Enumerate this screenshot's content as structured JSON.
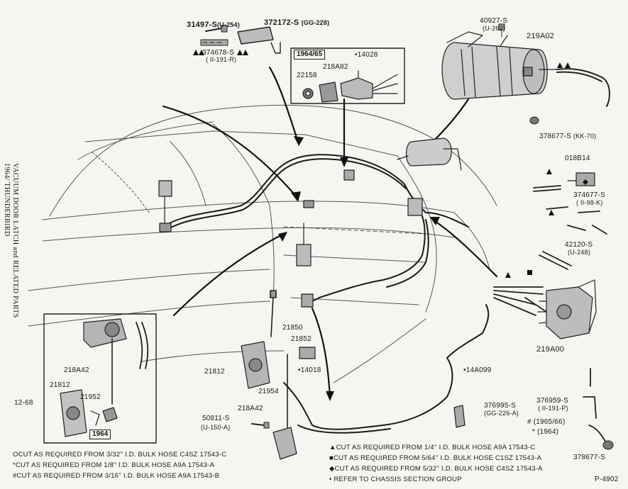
{
  "side_title": {
    "line1": "VACUUM DOOR LATCH and RELATED PARTS",
    "line2": "1964/ THUNDERBIRD"
  },
  "page_ref": "12-68",
  "figure_ref": "P-4902",
  "boxes": {
    "inset_1964_65": "1964/65",
    "inset_1964": "1964"
  },
  "part_labels": {
    "p31497": "31497-S",
    "p31497_code": "(U-254)",
    "p374678": "374678-S",
    "p374678_code": "( II-191-R)",
    "p372172": "372172-S",
    "p372172_code": "(GG-228)",
    "p22158": "22158",
    "p218A82": "218A82",
    "p14028": "•14028",
    "p40927": "40927-S",
    "p40927_code": "(U-262)",
    "p219A02": "219A02",
    "p378677_top": "378677-S",
    "p378677_top_code": "(KK-70)",
    "p018B14": "018B14",
    "p374677": "374677-S",
    "p374677_code": "( II-98-K)",
    "p42120": "42120-S",
    "p42120_code": "(U-248)",
    "p219A00": "219A00",
    "p21850": "21850",
    "p21852": "21852",
    "p14018": "•14018",
    "p21812_main": "21812",
    "p21954": "21954",
    "p218A42_main": "218A42",
    "p50811": "50811-S",
    "p50811_code": "(U-150-A)",
    "p14A099": "•14A099",
    "p376995": "376995-S",
    "p376995_code": "(GG-226-A)",
    "p376959": "376959-S",
    "p376959_code": "( II-191-P)",
    "p1965_66": "# (1965/66)",
    "p1964": "* (1964)",
    "p378677_bottom": "378677-S",
    "p218A42_inset": "218A42",
    "p21812_inset": "21812",
    "p21952": "21952"
  },
  "legend_left": [
    "OCUT AS REQUIRED FROM 3/32'' I.D. BULK HOSE C4SZ 17543-C",
    "*CUT AS REQUIRED FROM 1/8'' I.D. BULK HOSE A9A 17543-A",
    "#CUT AS REQUIRED FROM 3/16'' I.D. BULK HOSE A9A 17543-B"
  ],
  "legend_right": [
    "▲CUT AS REQUIRED FROM 1/4'' I.D. BULK HOSE A9A 17543-C",
    "■CUT AS REQUIRED FROM 5/64'' I.D. BULK HOSE C1SZ 17543-A",
    "◆CUT AS REQUIRED FROM 5/32'' I.D. BULK HOSE C4SZ 17543-A",
    "• REFER TO CHASSIS SECTION GROUP"
  ]
}
